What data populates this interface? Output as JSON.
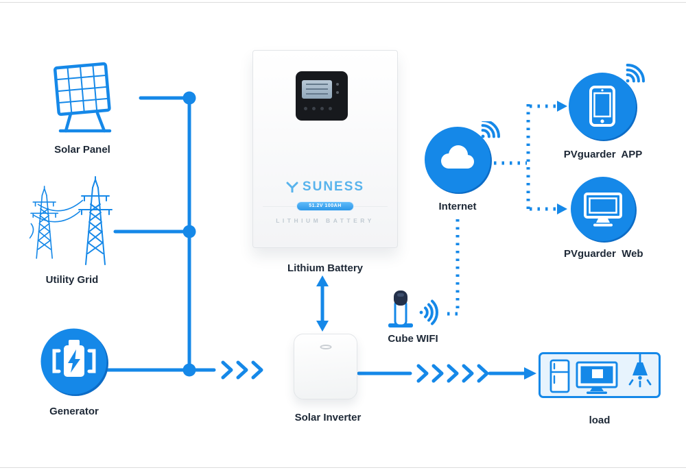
{
  "colors": {
    "primary": "#1588e8",
    "primary_dark": "#0c6cc6",
    "label_text": "#1d2836",
    "brand_blue": "#58b3ec"
  },
  "nodes": {
    "solar_panel": {
      "label": "Solar Panel"
    },
    "utility_grid": {
      "label": "Utility Grid"
    },
    "generator": {
      "label": "Generator"
    },
    "lithium_battery": {
      "label": "Lithium Battery"
    },
    "solar_inverter": {
      "label": "Solar Inverter"
    },
    "cube_wifi": {
      "label": "Cube WIFI"
    },
    "internet": {
      "label": "Internet"
    },
    "pvguarder_app": {
      "label": "PVguarder  APP"
    },
    "pvguarder_web": {
      "label": "PVguarder  Web"
    },
    "load": {
      "label": "load"
    }
  },
  "battery": {
    "brand": "SUNESS",
    "badge": "51.2V 100AH",
    "subtitle": "LITHIUM BATTERY"
  }
}
